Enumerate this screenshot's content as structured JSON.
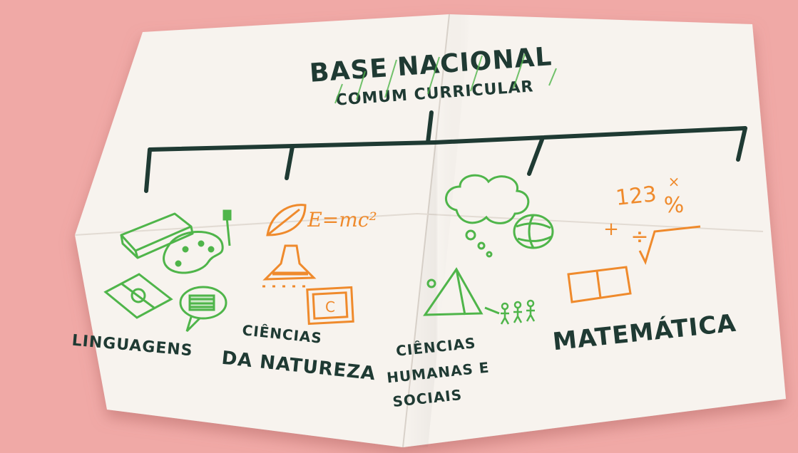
{
  "title": {
    "line1": "BASE NACIONAL",
    "line2": "COMUM CURRICULAR"
  },
  "branches": [
    {
      "id": "linguagens",
      "label_lines": [
        "LINGUAGENS"
      ],
      "icons": [
        "book-icon",
        "paint-palette-icon",
        "soccer-field-icon",
        "speech-bubble-flag-icon"
      ]
    },
    {
      "id": "ciencias-natureza",
      "label_lines": [
        "CIÊNCIAS",
        "DA NATUREZA"
      ],
      "icons": [
        "leaf-icon",
        "formula-text",
        "flask-icon",
        "carbon-element-icon"
      ],
      "formula": "E=mc²",
      "element_symbol": "C"
    },
    {
      "id": "ciencias-humanas",
      "label_lines": [
        "CIÊNCIAS",
        "HUMANAS E",
        "SOCIAIS"
      ],
      "icons": [
        "thought-cloud-icon",
        "globe-icon",
        "pyramid-icon",
        "people-icon"
      ]
    },
    {
      "id": "matematica",
      "label_lines": [
        "MATEMÁTICA"
      ],
      "icons": [
        "numbers-text",
        "operators-icon",
        "square-root-icon",
        "fraction-grid-icon"
      ],
      "numbers": "123",
      "percent": "%",
      "times": "×",
      "plus": "+",
      "divide": "÷"
    }
  ],
  "colors": {
    "background": "#f0a9a6",
    "paper": "#f7f3ee",
    "ink_dark": "#1f3a33",
    "ink_green": "#4fb54a",
    "ink_orange": "#ef8a2c"
  }
}
